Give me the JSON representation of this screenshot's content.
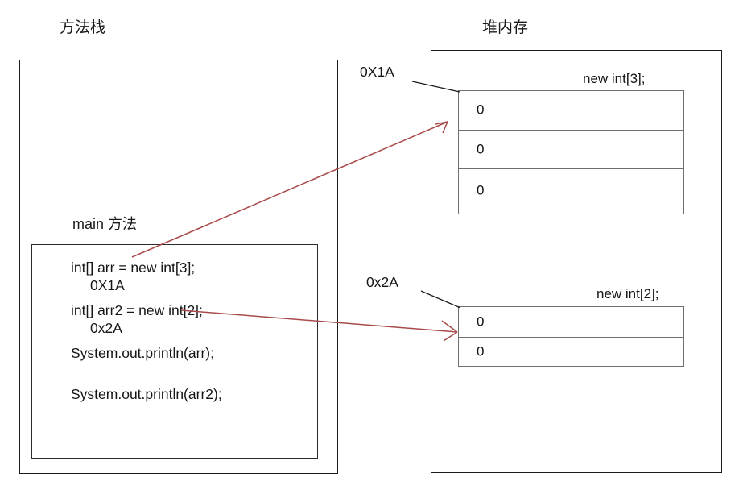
{
  "diagram": {
    "title_stack": "方法栈",
    "title_heap": "堆内存",
    "stack": {
      "frame_label": "main 方法",
      "code_lines": [
        "int[] arr = new int[3];",
        "0X1A",
        "int[] arr2 = new int[2];",
        "0x2A",
        "System.out.println(arr);",
        "System.out.println(arr2);"
      ]
    },
    "heap": {
      "arrays": [
        {
          "address": "0X1A",
          "caption": "new int[3];",
          "cells": [
            "0",
            "0",
            "0"
          ]
        },
        {
          "address": "0x2A",
          "caption": "new int[2];",
          "cells": [
            "0",
            "0"
          ]
        }
      ]
    },
    "colors": {
      "arrow": "#a94a4a",
      "box_border": "#1b1b1b",
      "table_border": "#6f6f6f",
      "text": "#161616",
      "background": "#ffffff"
    },
    "connectors": [
      {
        "name": "arr-to-array1",
        "from": "int[] arr = new int[3];",
        "to": "new int[3];"
      },
      {
        "name": "arr2-to-array2",
        "from": "int[] arr2 = new int[2];",
        "to": "new int[2];"
      }
    ]
  }
}
